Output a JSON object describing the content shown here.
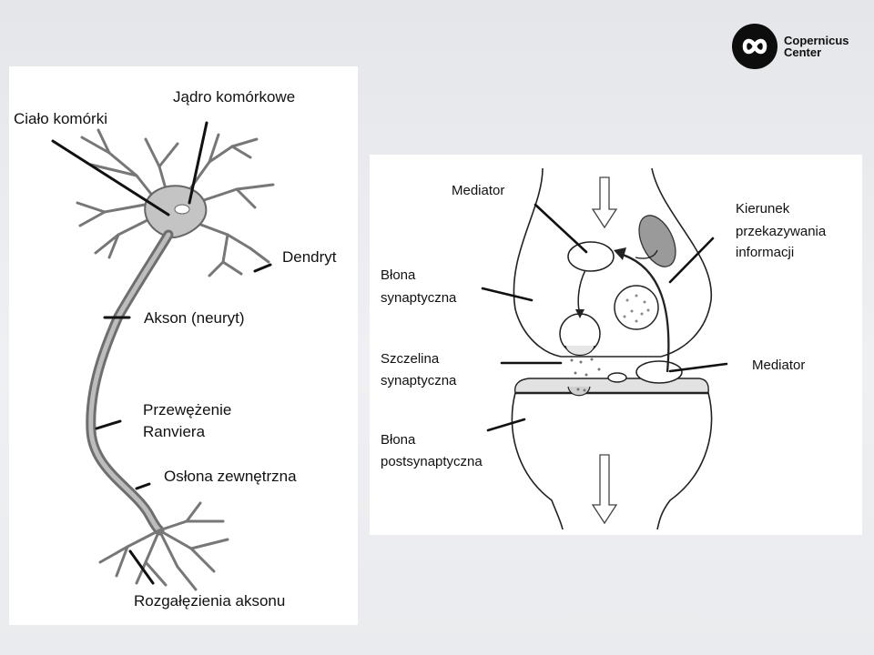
{
  "brand": {
    "line1": "Copernicus",
    "line2": "Center"
  },
  "neuron": {
    "labels": {
      "cialo": "Ciało komórki",
      "jadro": "Jądro komórkowe",
      "dendryt": "Dendryt",
      "akson": "Akson (neuryt)",
      "przewezenie1": "Przewężenie",
      "przewezenie2": "Ranviera",
      "oslona": "Osłona zewnętrzna",
      "rozgalezienia": "Rozgałęzienia aksonu"
    }
  },
  "synapse": {
    "labels": {
      "mediator_top": "Mediator",
      "kierunek1": "Kierunek",
      "kierunek2": "przekazywania",
      "kierunek3": "informacji",
      "blona_syn1": "Błona",
      "blona_syn2": "synaptyczna",
      "szczelina1": "Szczelina",
      "szczelina2": "synaptyczna",
      "mediator_right": "Mediator",
      "blona_post1": "Błona",
      "blona_post2": "postsynaptyczna"
    }
  }
}
